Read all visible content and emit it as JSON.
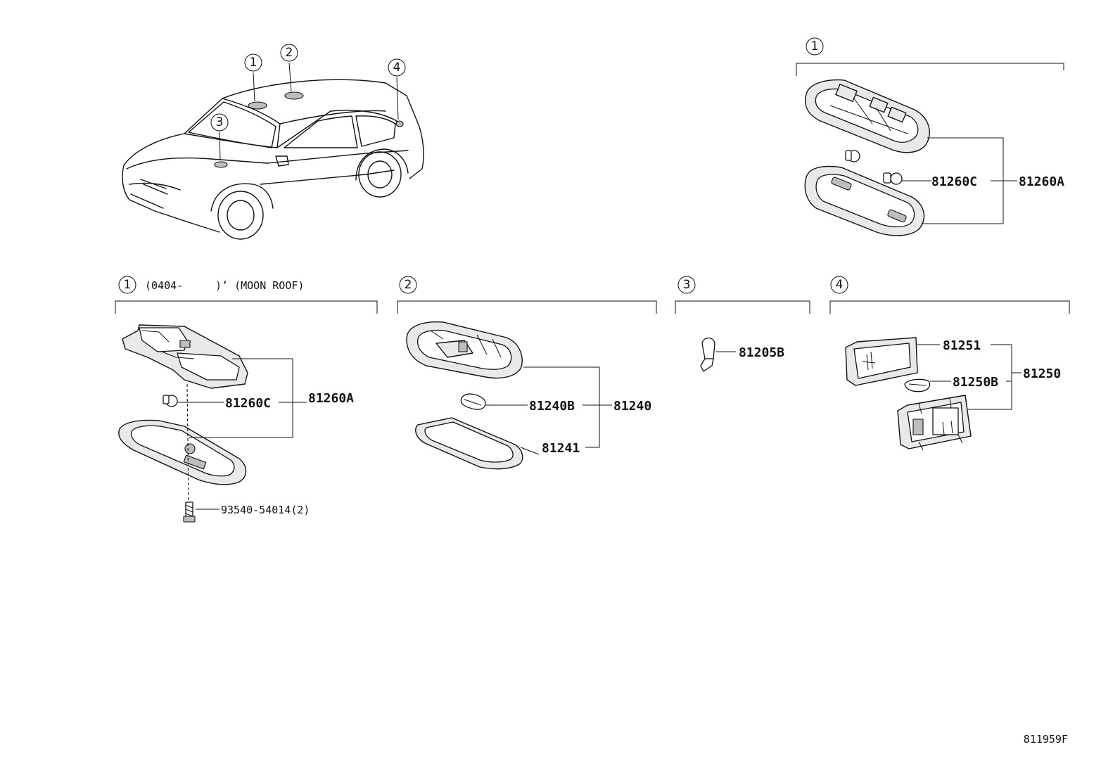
{
  "callouts": {
    "one": "1",
    "two": "2",
    "three": "3",
    "four": "4"
  },
  "sections": {
    "top_right": {
      "callout": "1",
      "parts": {
        "bulb": "81260C",
        "assembly": "81260A"
      }
    },
    "lower_1": {
      "callout": "1",
      "note_start": "(0404-",
      "note_end": ")’ (MOON  ROOF)",
      "parts": {
        "bulb": "81260C",
        "assembly": "81260A",
        "screw": "93540-54014(2)"
      }
    },
    "lower_2": {
      "callout": "2",
      "parts": {
        "bulb": "81240B",
        "assembly": "81240",
        "lens": "81241"
      }
    },
    "lower_3": {
      "callout": "3",
      "parts": {
        "bulb": "81205B"
      }
    },
    "lower_4": {
      "callout": "4",
      "parts": {
        "lens": "81251",
        "bulb": "81250B",
        "assembly": "81250"
      }
    }
  },
  "diagram_code": "811959F"
}
